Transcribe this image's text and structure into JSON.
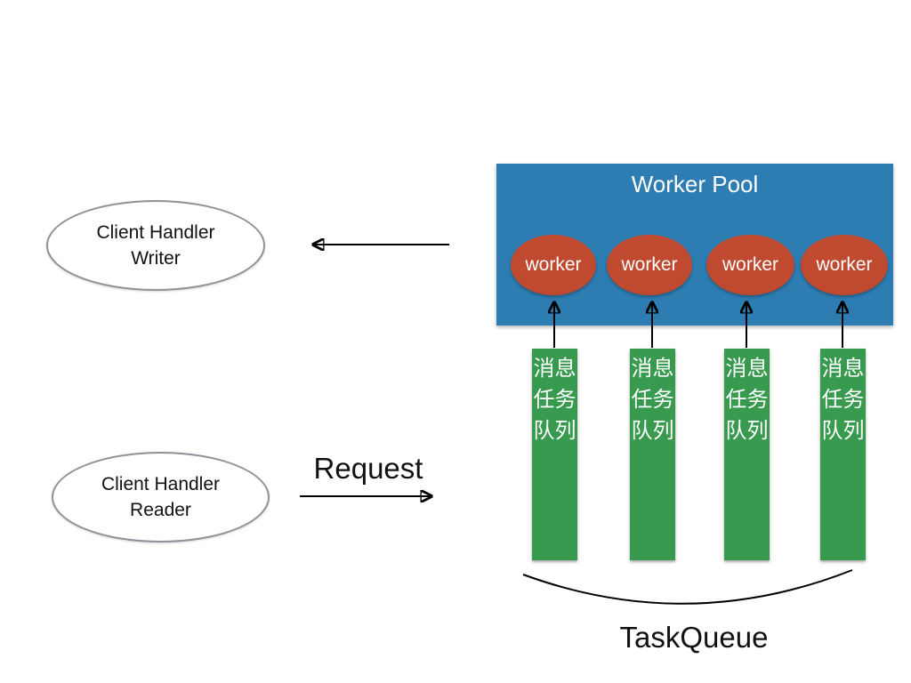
{
  "colors": {
    "pool_bg": "#2d7db3",
    "worker_bg": "#bf4a2f",
    "queue_bg": "#379a4e",
    "node_border": "#8e9298",
    "text_dark": "#111111",
    "text_light": "#ffffff",
    "connector": "#000000"
  },
  "nodes": {
    "writer": {
      "line1": "Client Handler",
      "line2": "Writer"
    },
    "reader": {
      "line1": "Client Handler",
      "line2": "Reader"
    }
  },
  "labels": {
    "request": "Request",
    "taskqueue": "TaskQueue"
  },
  "worker_pool": {
    "title": "Worker Pool",
    "workers": [
      "worker",
      "worker",
      "worker",
      "worker"
    ]
  },
  "queues": [
    {
      "label": "消息任务队列"
    },
    {
      "label": "消息任务队列"
    },
    {
      "label": "消息任务队列"
    },
    {
      "label": "消息任务队列"
    }
  ]
}
